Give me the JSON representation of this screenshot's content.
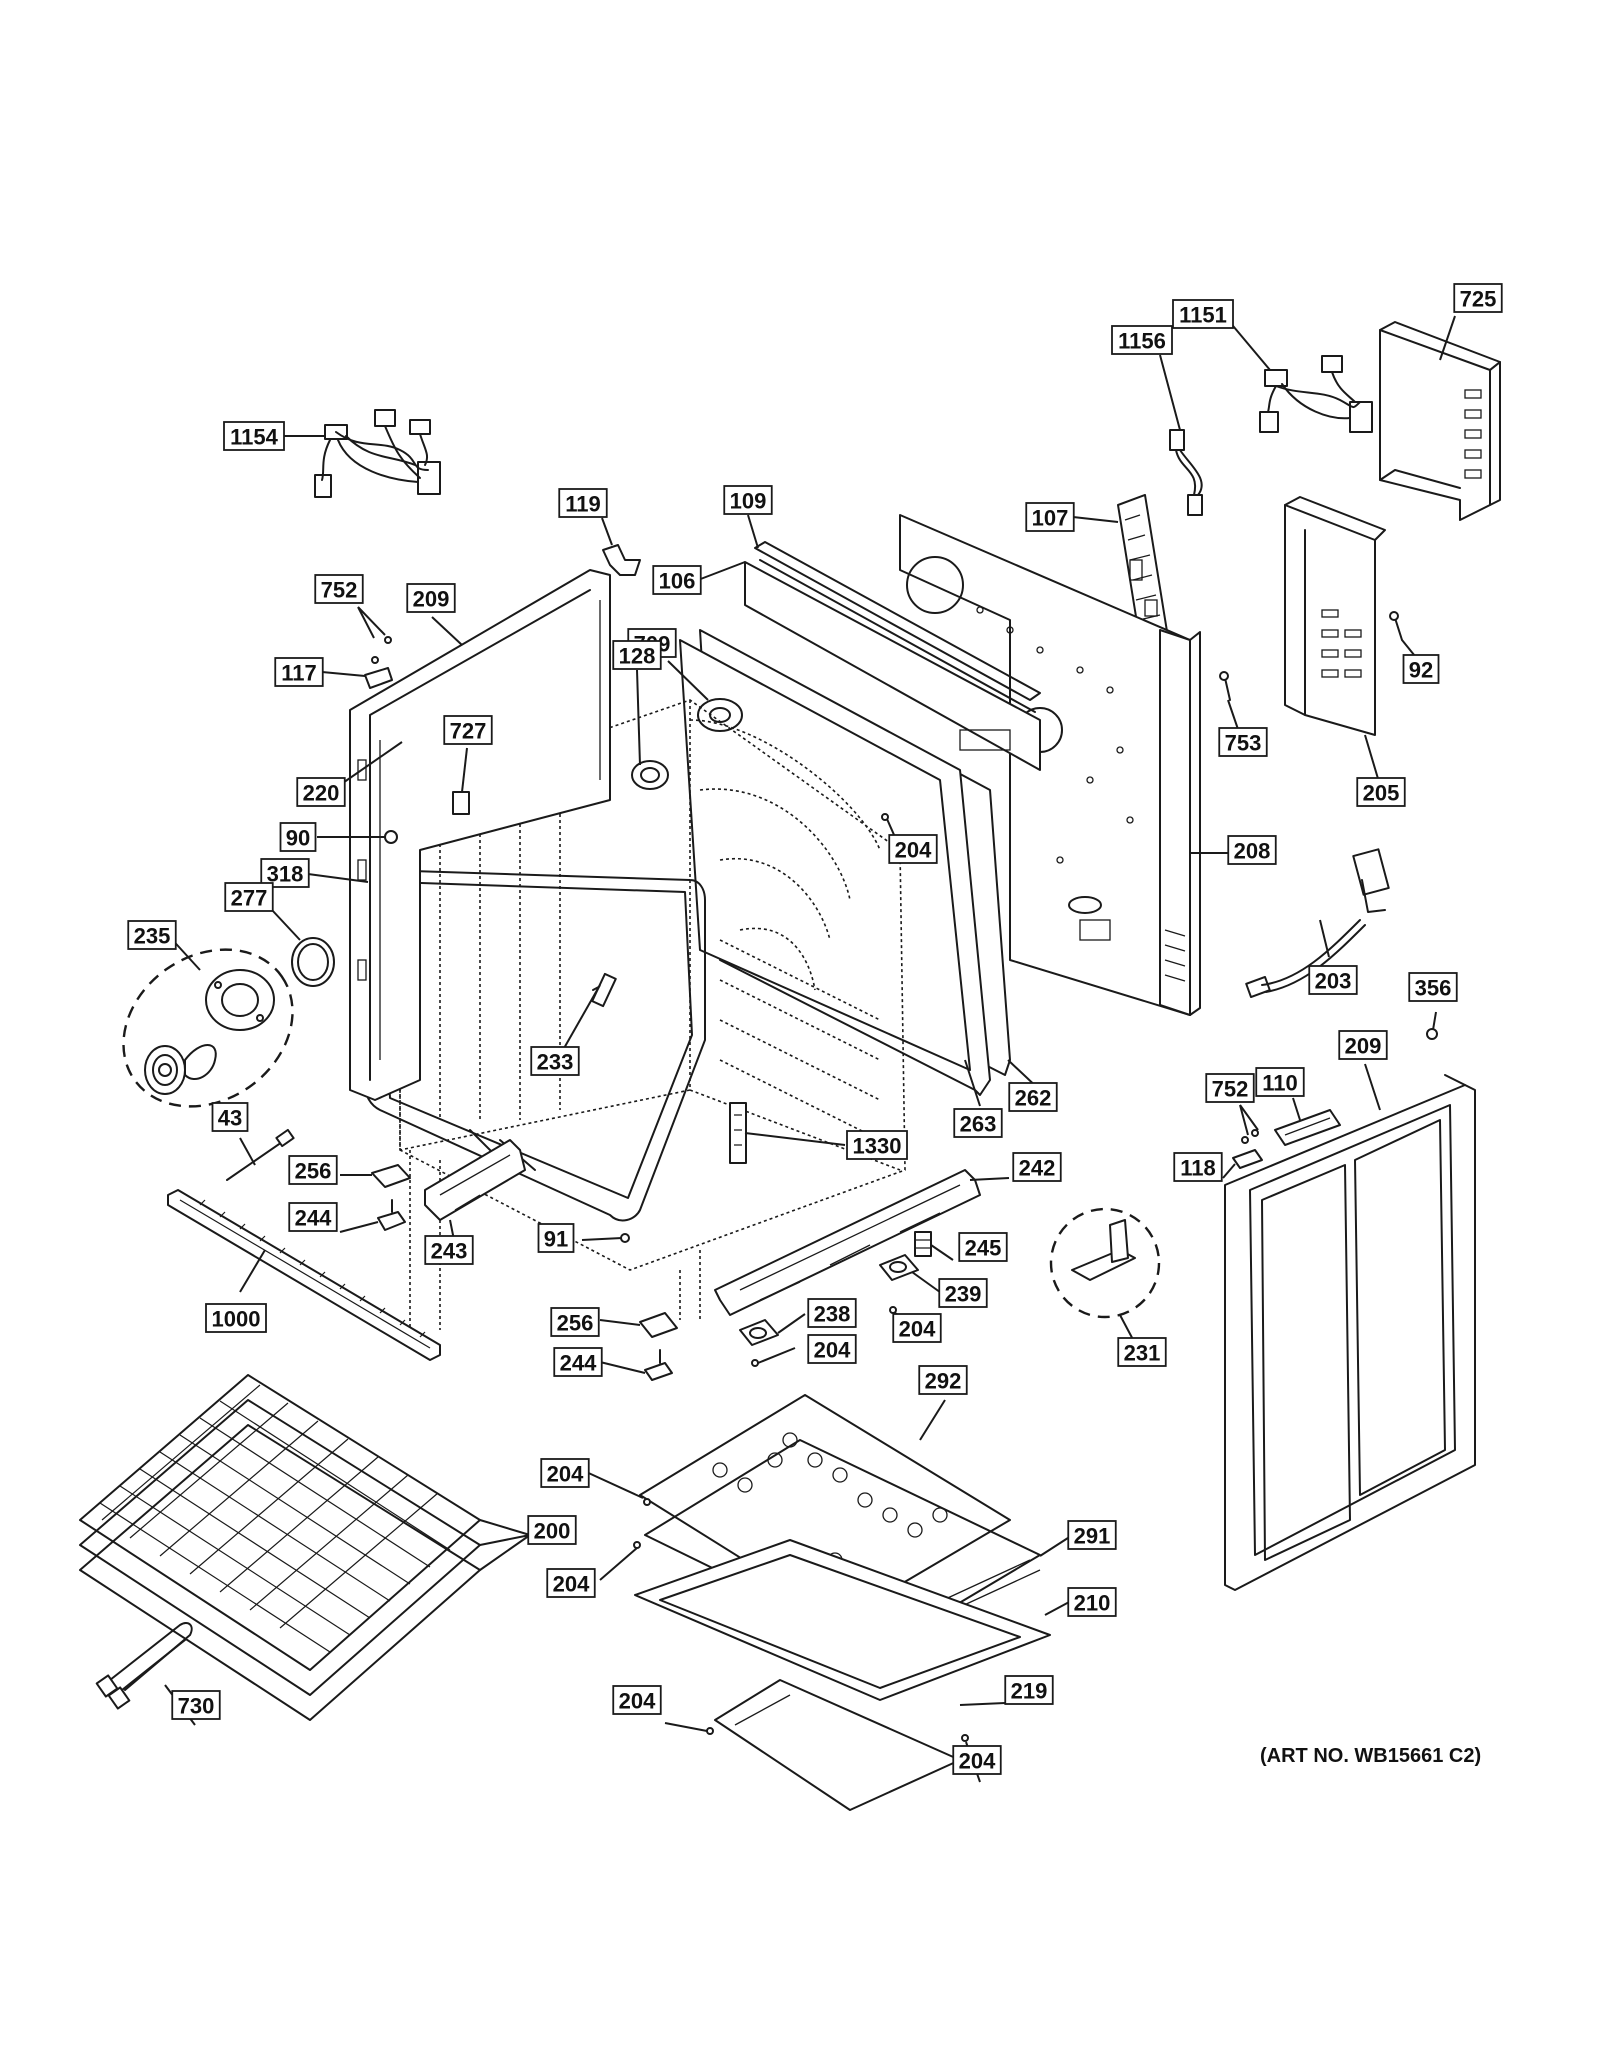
{
  "art_number": "(ART NO. WB15661 C2)",
  "callouts": [
    {
      "id": "c1154",
      "label": "1154"
    },
    {
      "id": "c119",
      "label": "119"
    },
    {
      "id": "c109",
      "label": "109"
    },
    {
      "id": "c106",
      "label": "106"
    },
    {
      "id": "c1156",
      "label": "1156"
    },
    {
      "id": "c1151",
      "label": "1151"
    },
    {
      "id": "c725",
      "label": "725"
    },
    {
      "id": "c107",
      "label": "107"
    },
    {
      "id": "c752a",
      "label": "752"
    },
    {
      "id": "c209a",
      "label": "209"
    },
    {
      "id": "c117",
      "label": "117"
    },
    {
      "id": "c709",
      "label": "709"
    },
    {
      "id": "c128",
      "label": "128"
    },
    {
      "id": "c727",
      "label": "727"
    },
    {
      "id": "c92",
      "label": "92"
    },
    {
      "id": "c753",
      "label": "753"
    },
    {
      "id": "c220",
      "label": "220"
    },
    {
      "id": "c205",
      "label": "205"
    },
    {
      "id": "c90",
      "label": "90"
    },
    {
      "id": "c204a",
      "label": "204"
    },
    {
      "id": "c208",
      "label": "208"
    },
    {
      "id": "c318",
      "label": "318"
    },
    {
      "id": "c277",
      "label": "277"
    },
    {
      "id": "c235",
      "label": "235"
    },
    {
      "id": "c203",
      "label": "203"
    },
    {
      "id": "c356",
      "label": "356"
    },
    {
      "id": "c209b",
      "label": "209"
    },
    {
      "id": "c233",
      "label": "233"
    },
    {
      "id": "c110",
      "label": "110"
    },
    {
      "id": "c263",
      "label": "263"
    },
    {
      "id": "c262",
      "label": "262"
    },
    {
      "id": "c752b",
      "label": "752"
    },
    {
      "id": "c43",
      "label": "43"
    },
    {
      "id": "c1330",
      "label": "1330"
    },
    {
      "id": "c256a",
      "label": "256"
    },
    {
      "id": "c118",
      "label": "118"
    },
    {
      "id": "c242",
      "label": "242"
    },
    {
      "id": "c244a",
      "label": "244"
    },
    {
      "id": "c243",
      "label": "243"
    },
    {
      "id": "c91",
      "label": "91"
    },
    {
      "id": "c245",
      "label": "245"
    },
    {
      "id": "c239",
      "label": "239"
    },
    {
      "id": "c1000",
      "label": "1000"
    },
    {
      "id": "c256b",
      "label": "256"
    },
    {
      "id": "c238",
      "label": "238"
    },
    {
      "id": "c204b",
      "label": "204"
    },
    {
      "id": "c204c",
      "label": "204"
    },
    {
      "id": "c231",
      "label": "231"
    },
    {
      "id": "c244b",
      "label": "244"
    },
    {
      "id": "c292",
      "label": "292"
    },
    {
      "id": "c204d",
      "label": "204"
    },
    {
      "id": "c200",
      "label": "200"
    },
    {
      "id": "c291",
      "label": "291"
    },
    {
      "id": "c204e",
      "label": "204"
    },
    {
      "id": "c210",
      "label": "210"
    },
    {
      "id": "c204f",
      "label": "204"
    },
    {
      "id": "c219",
      "label": "219"
    },
    {
      "id": "c730",
      "label": "730"
    },
    {
      "id": "c204g",
      "label": "204"
    }
  ]
}
